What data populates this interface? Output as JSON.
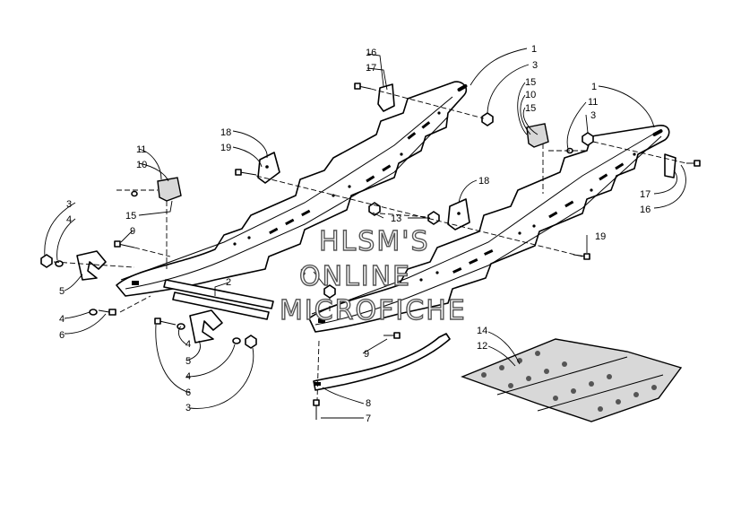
{
  "diagram": {
    "watermark": [
      "HLSM'S",
      "ONLINE",
      "MICROFICHE"
    ],
    "callouts": [
      {
        "id": "c1a",
        "text": "1"
      },
      {
        "id": "c3a",
        "text": "3"
      },
      {
        "id": "c16a",
        "text": "16"
      },
      {
        "id": "c17a",
        "text": "17"
      },
      {
        "id": "c1b",
        "text": "1"
      },
      {
        "id": "c15a",
        "text": "15"
      },
      {
        "id": "c10a",
        "text": "10"
      },
      {
        "id": "c15b",
        "text": "15"
      },
      {
        "id": "c11a",
        "text": "11"
      },
      {
        "id": "c3b",
        "text": "3"
      },
      {
        "id": "c18a",
        "text": "18"
      },
      {
        "id": "c19a",
        "text": "19"
      },
      {
        "id": "c11b",
        "text": "11"
      },
      {
        "id": "c10b",
        "text": "10"
      },
      {
        "id": "c15c",
        "text": "15"
      },
      {
        "id": "c17b",
        "text": "17"
      },
      {
        "id": "c16b",
        "text": "16"
      },
      {
        "id": "c18b",
        "text": "18"
      },
      {
        "id": "c13",
        "text": "13"
      },
      {
        "id": "c3c",
        "text": "3"
      },
      {
        "id": "c4a",
        "text": "4"
      },
      {
        "id": "c9a",
        "text": "9"
      },
      {
        "id": "c19b",
        "text": "19"
      },
      {
        "id": "c5a",
        "text": "5"
      },
      {
        "id": "c2",
        "text": "2"
      },
      {
        "id": "c3d",
        "text": "3"
      },
      {
        "id": "c4b",
        "text": "4"
      },
      {
        "id": "c6a",
        "text": "6"
      },
      {
        "id": "c4c",
        "text": "4"
      },
      {
        "id": "c5b",
        "text": "5"
      },
      {
        "id": "c4d",
        "text": "4"
      },
      {
        "id": "c6b",
        "text": "6"
      },
      {
        "id": "c3e",
        "text": "3"
      },
      {
        "id": "c9b",
        "text": "9"
      },
      {
        "id": "c14",
        "text": "14"
      },
      {
        "id": "c12",
        "text": "12"
      },
      {
        "id": "c8",
        "text": "8"
      },
      {
        "id": "c7",
        "text": "7"
      }
    ]
  }
}
